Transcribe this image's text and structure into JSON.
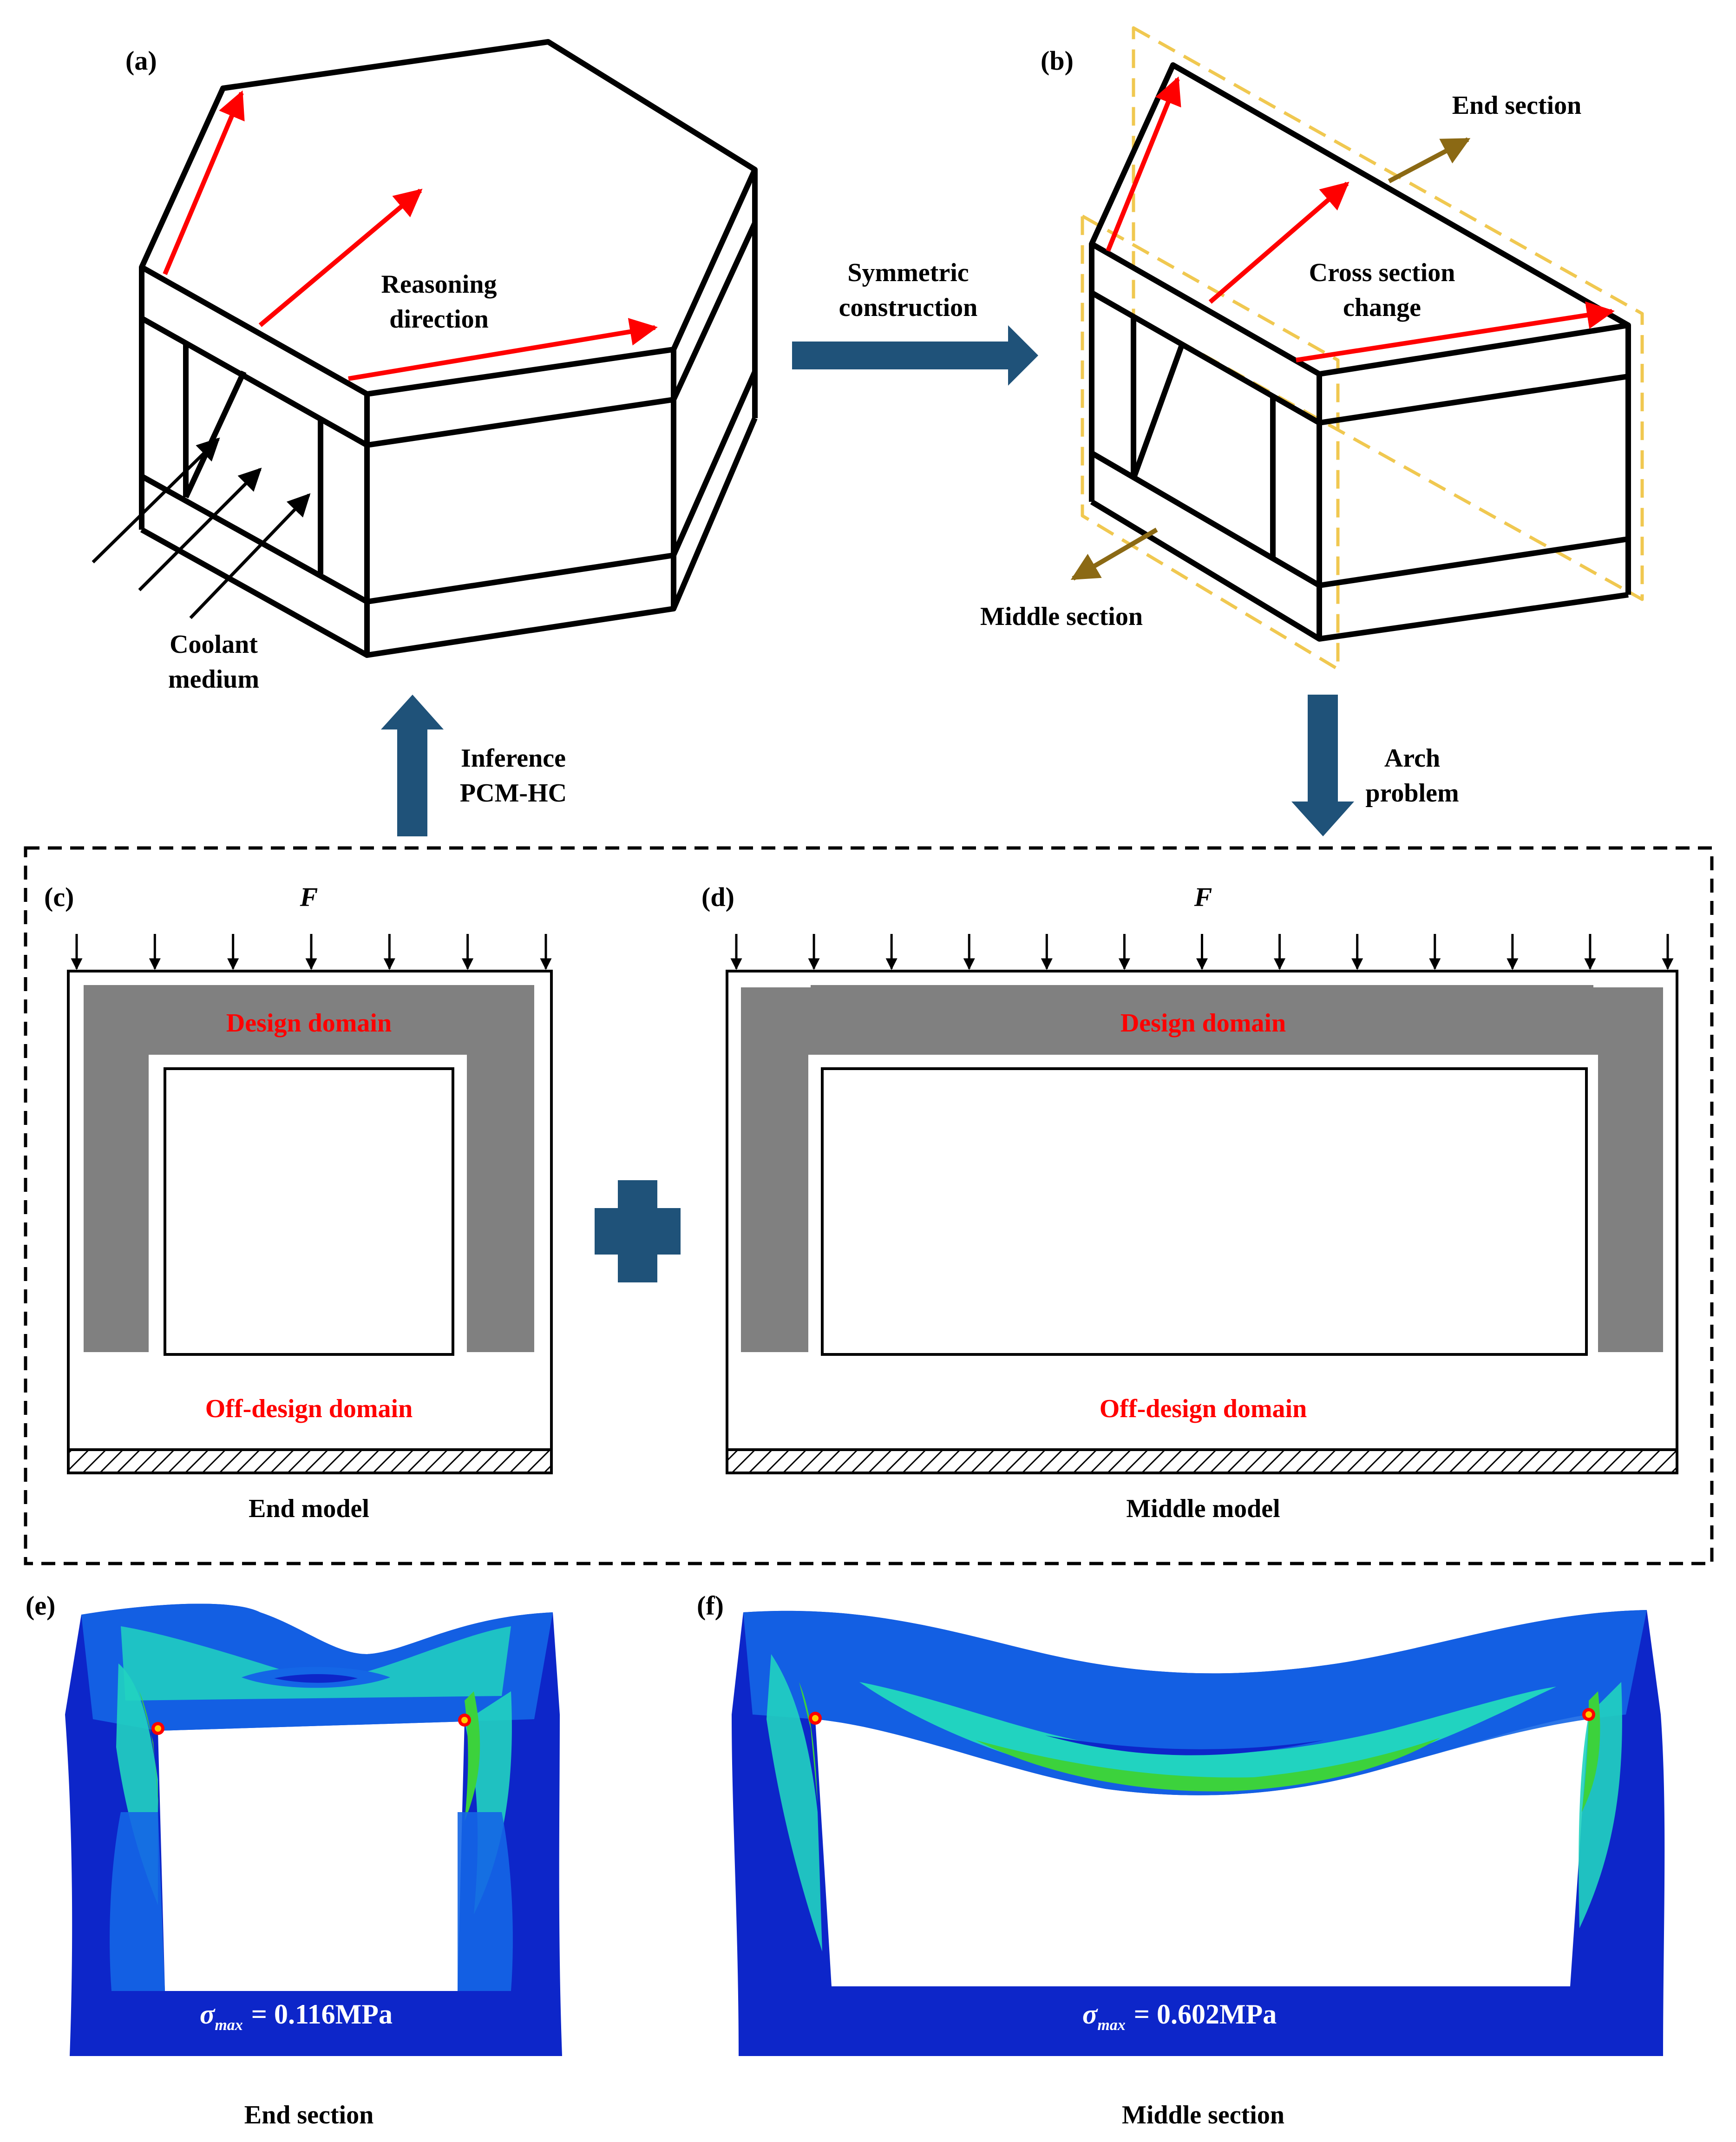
{
  "colors": {
    "arrow_red": "#ff0000",
    "arrow_blue": "#1f5279",
    "arrow_brown": "#8b6914",
    "dashed_gold": "#f0c850",
    "domain_gray": "#808080",
    "label_red": "#ff0000",
    "stress_blue": "#0d26c9",
    "stress_mid": "#1466e6",
    "stress_cyan": "#21d3c0",
    "stress_green": "#3cd23c"
  },
  "panels": {
    "a": {
      "label": "(a)",
      "reasoning": [
        "Reasoning",
        "direction"
      ],
      "coolant": [
        "Coolant",
        "medium"
      ]
    },
    "b": {
      "label": "(b)",
      "end_section": "End section",
      "cross_section": [
        "Cross section",
        "change"
      ],
      "middle_section": "Middle section"
    },
    "c": {
      "label": "(c)",
      "force": "F",
      "design_domain": "Design domain",
      "off_design_domain": "Off-design domain",
      "caption": "End model"
    },
    "d": {
      "label": "(d)",
      "force": "F",
      "design_domain": "Design domain",
      "off_design_domain": "Off-design domain",
      "caption": "Middle model"
    },
    "e": {
      "label": "(e)",
      "sigma_symbol": "σ",
      "sigma_sub": "max",
      "sigma_value": "= 0.116MPa",
      "caption": "End section"
    },
    "f": {
      "label": "(f)",
      "sigma_symbol": "σ",
      "sigma_sub": "max",
      "sigma_value": "= 0.602MPa",
      "caption": "Middle section"
    }
  },
  "connectors": {
    "symmetric": [
      "Symmetric",
      "construction"
    ],
    "arch": [
      "Arch",
      "problem"
    ],
    "inference": [
      "Inference",
      "PCM-HC"
    ]
  }
}
